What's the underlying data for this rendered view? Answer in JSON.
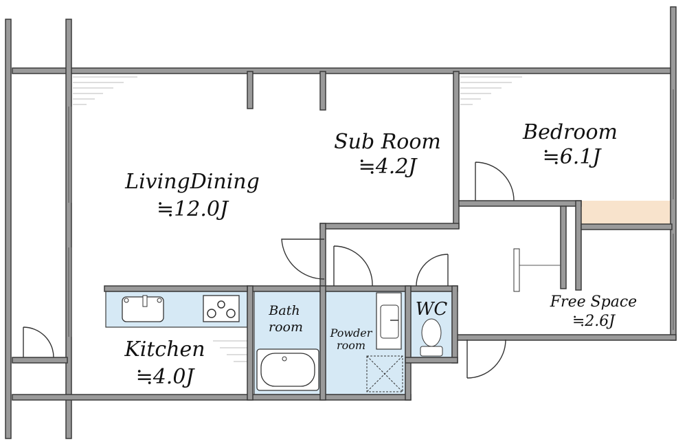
{
  "rooms": {
    "living_dining": {
      "name": "LivingDining",
      "area": "≒12.0J"
    },
    "sub_room": {
      "name": "Sub Room",
      "area": "≒4.2J"
    },
    "bedroom": {
      "name": "Bedroom",
      "area": "≒6.1J"
    },
    "kitchen": {
      "name": "Kitchen",
      "area": "≒4.0J"
    },
    "free_space": {
      "name": "Free Space",
      "area": "≒2.6J"
    },
    "bath": {
      "line1": "Bath",
      "line2": "room"
    },
    "powder": {
      "line1": "Powder",
      "line2": "room"
    },
    "wc": {
      "name": "WC"
    }
  },
  "colors": {
    "wall": "#9a9a9a",
    "wet_area": "#d6e9f5",
    "closet_highlight": "#f8e3cc",
    "line": "#333333"
  }
}
